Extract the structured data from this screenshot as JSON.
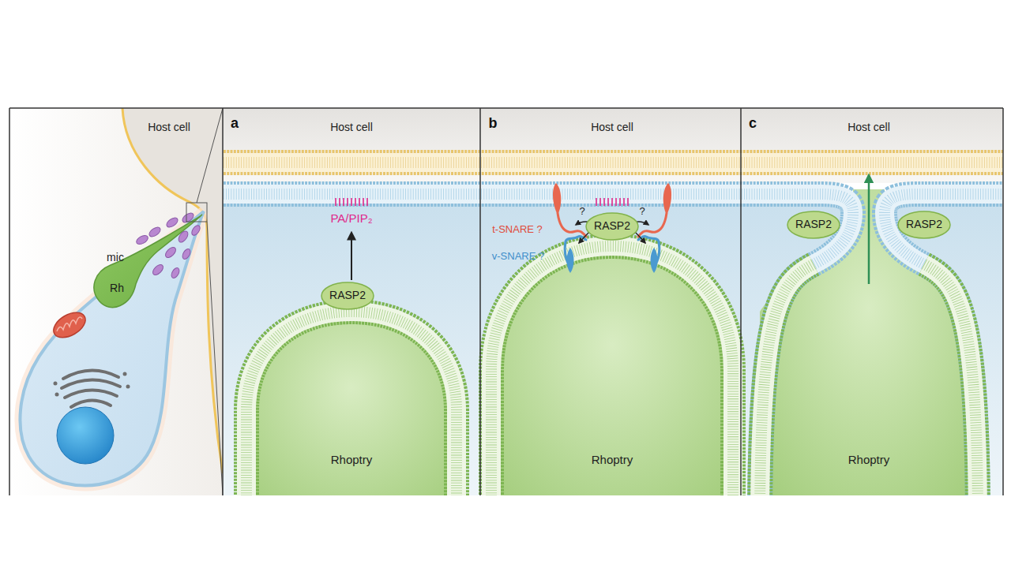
{
  "diagram": {
    "nodes": [
      {
        "text": [
          "RASP2"
        ]
      },
      {
        "text": [
          "RASP2"
        ]
      },
      {
        "text": [
          "RASP2"
        ]
      },
      {
        "text": [
          "RASP2"
        ]
      }
    ],
    "labels": [
      "Host cell",
      "mic",
      "Rh",
      "a",
      "Host cell",
      "PA/PIP₂",
      "Rhoptry",
      "b",
      "Host cell",
      "t-SNARE ?",
      "v-SNARE ?",
      "?",
      "?",
      "Rhoptry",
      "c",
      "Host cell",
      "Rhoptry"
    ]
  }
}
